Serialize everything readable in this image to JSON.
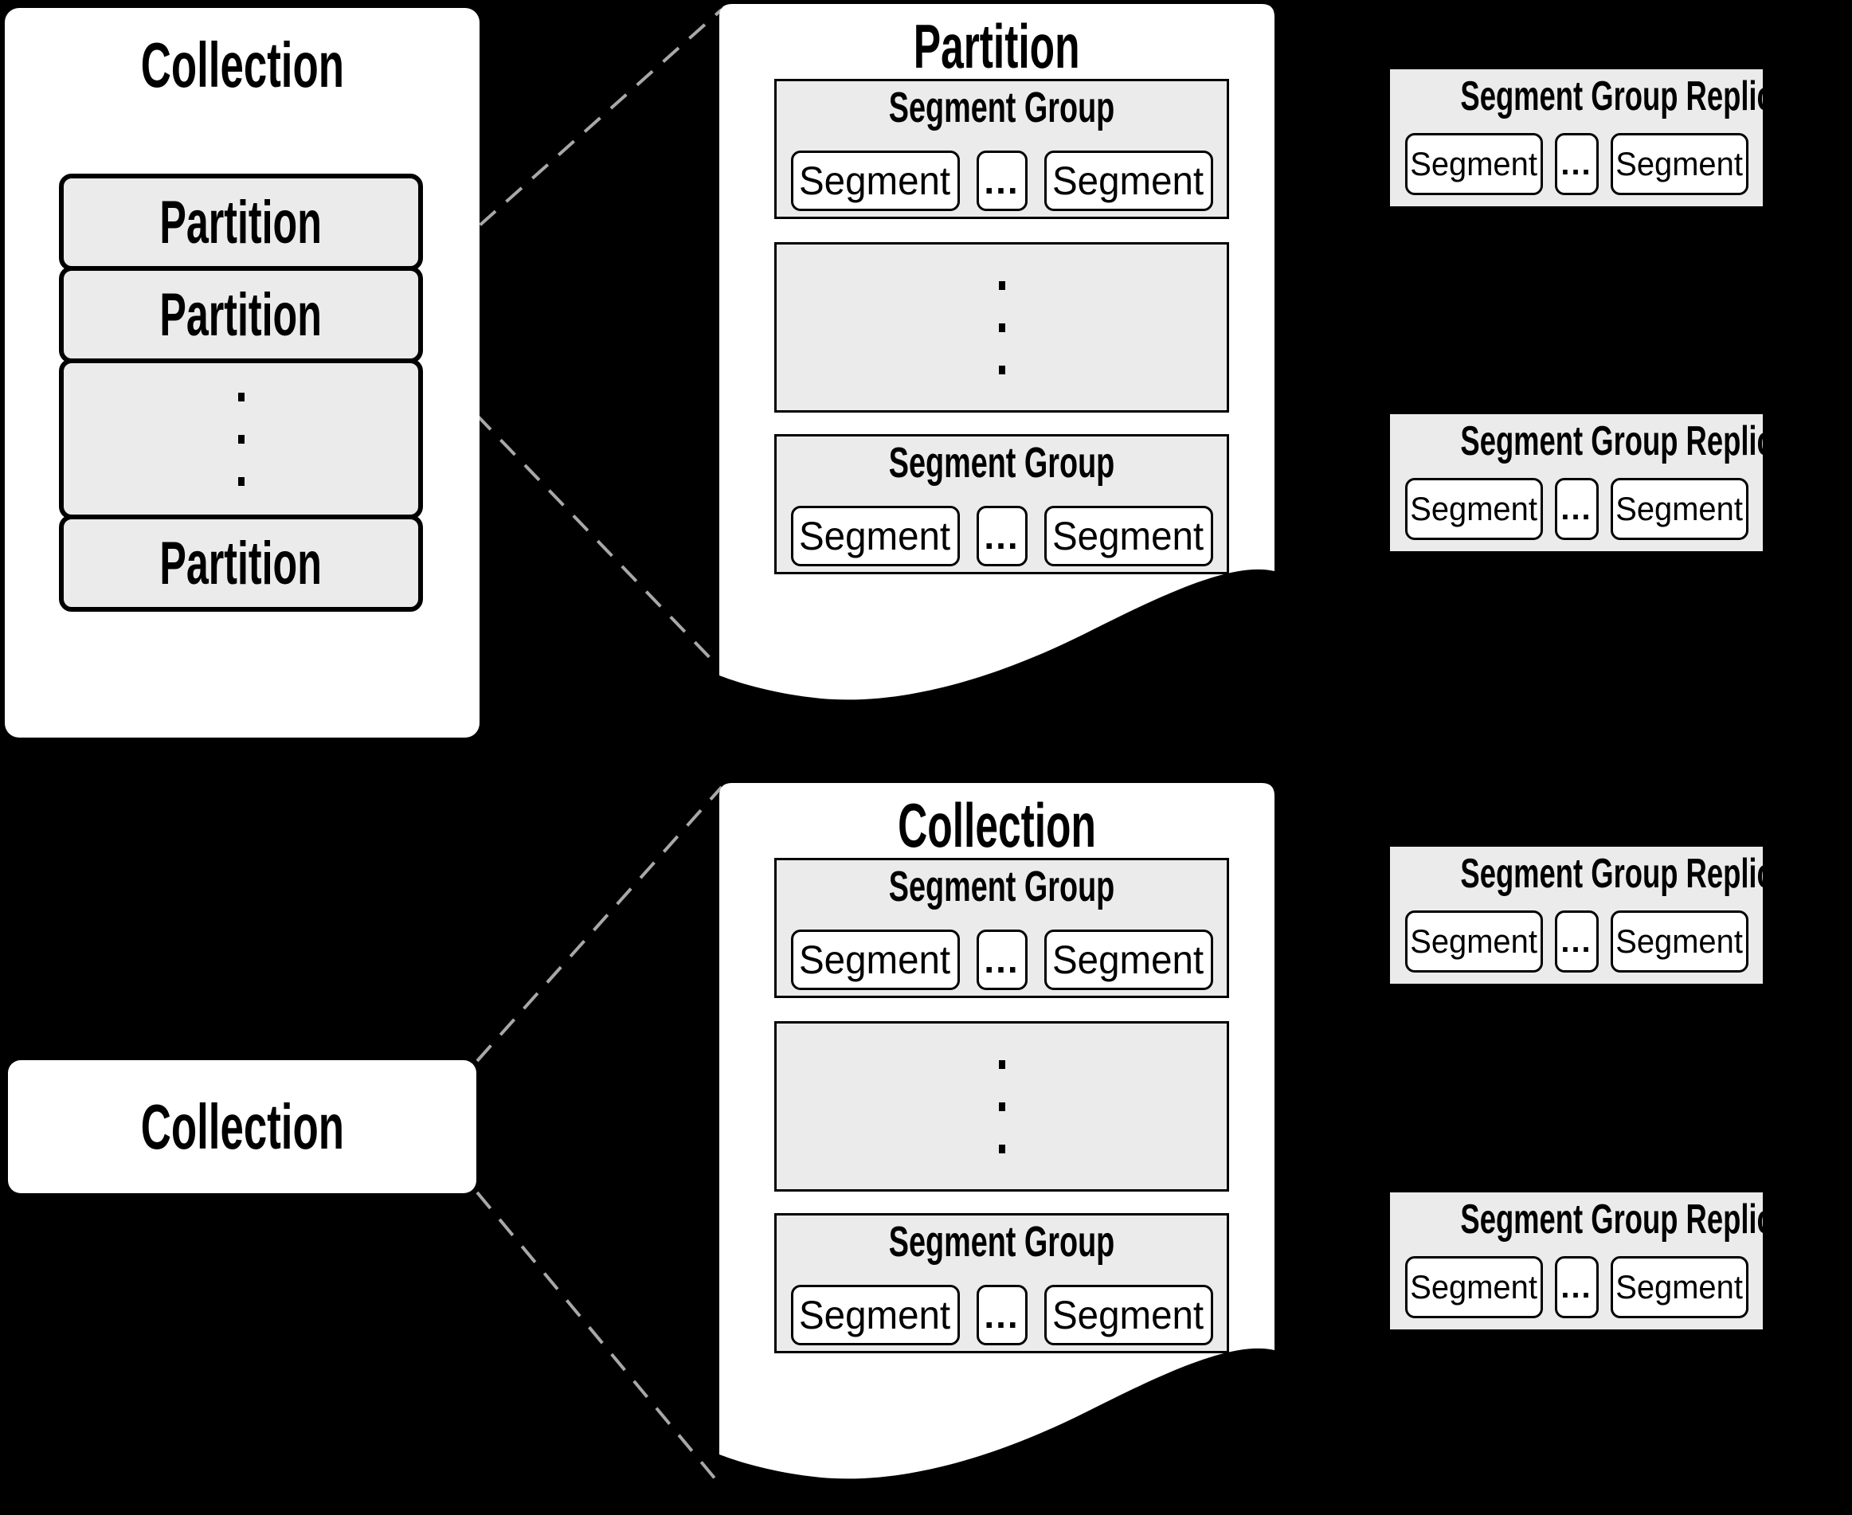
{
  "colors": {
    "background": "#000000",
    "panel_fill": "#ffffff",
    "box_fill": "#ebebeb",
    "border": "#000000",
    "connector": "#a8a8a8"
  },
  "collection_stack": {
    "title": "Collection",
    "partitions": [
      {
        "label": "Partition"
      },
      {
        "label": "Partition"
      },
      {
        "label": "Partition"
      }
    ]
  },
  "collection_label": {
    "title": "Collection"
  },
  "pages": [
    {
      "title": "Partition",
      "groups": [
        {
          "title": "Segment Group",
          "segment_left": "Segment",
          "ellipsis": "...",
          "segment_right": "Segment"
        },
        {
          "title": "Segment Group",
          "segment_left": "Segment",
          "ellipsis": "...",
          "segment_right": "Segment"
        }
      ]
    },
    {
      "title": "Collection",
      "groups": [
        {
          "title": "Segment Group",
          "segment_left": "Segment",
          "ellipsis": "...",
          "segment_right": "Segment"
        },
        {
          "title": "Segment Group",
          "segment_left": "Segment",
          "ellipsis": "...",
          "segment_right": "Segment"
        }
      ]
    }
  ],
  "replicas": [
    {
      "title": "Segment Group Replica",
      "segment_left": "Segment",
      "ellipsis": "...",
      "segment_right": "Segment"
    },
    {
      "title": "Segment Group Replica",
      "segment_left": "Segment",
      "ellipsis": "...",
      "segment_right": "Segment"
    },
    {
      "title": "Segment Group Replica",
      "segment_left": "Segment",
      "ellipsis": "...",
      "segment_right": "Segment"
    },
    {
      "title": "Segment Group Replica",
      "segment_left": "Segment",
      "ellipsis": "...",
      "segment_right": "Segment"
    }
  ]
}
